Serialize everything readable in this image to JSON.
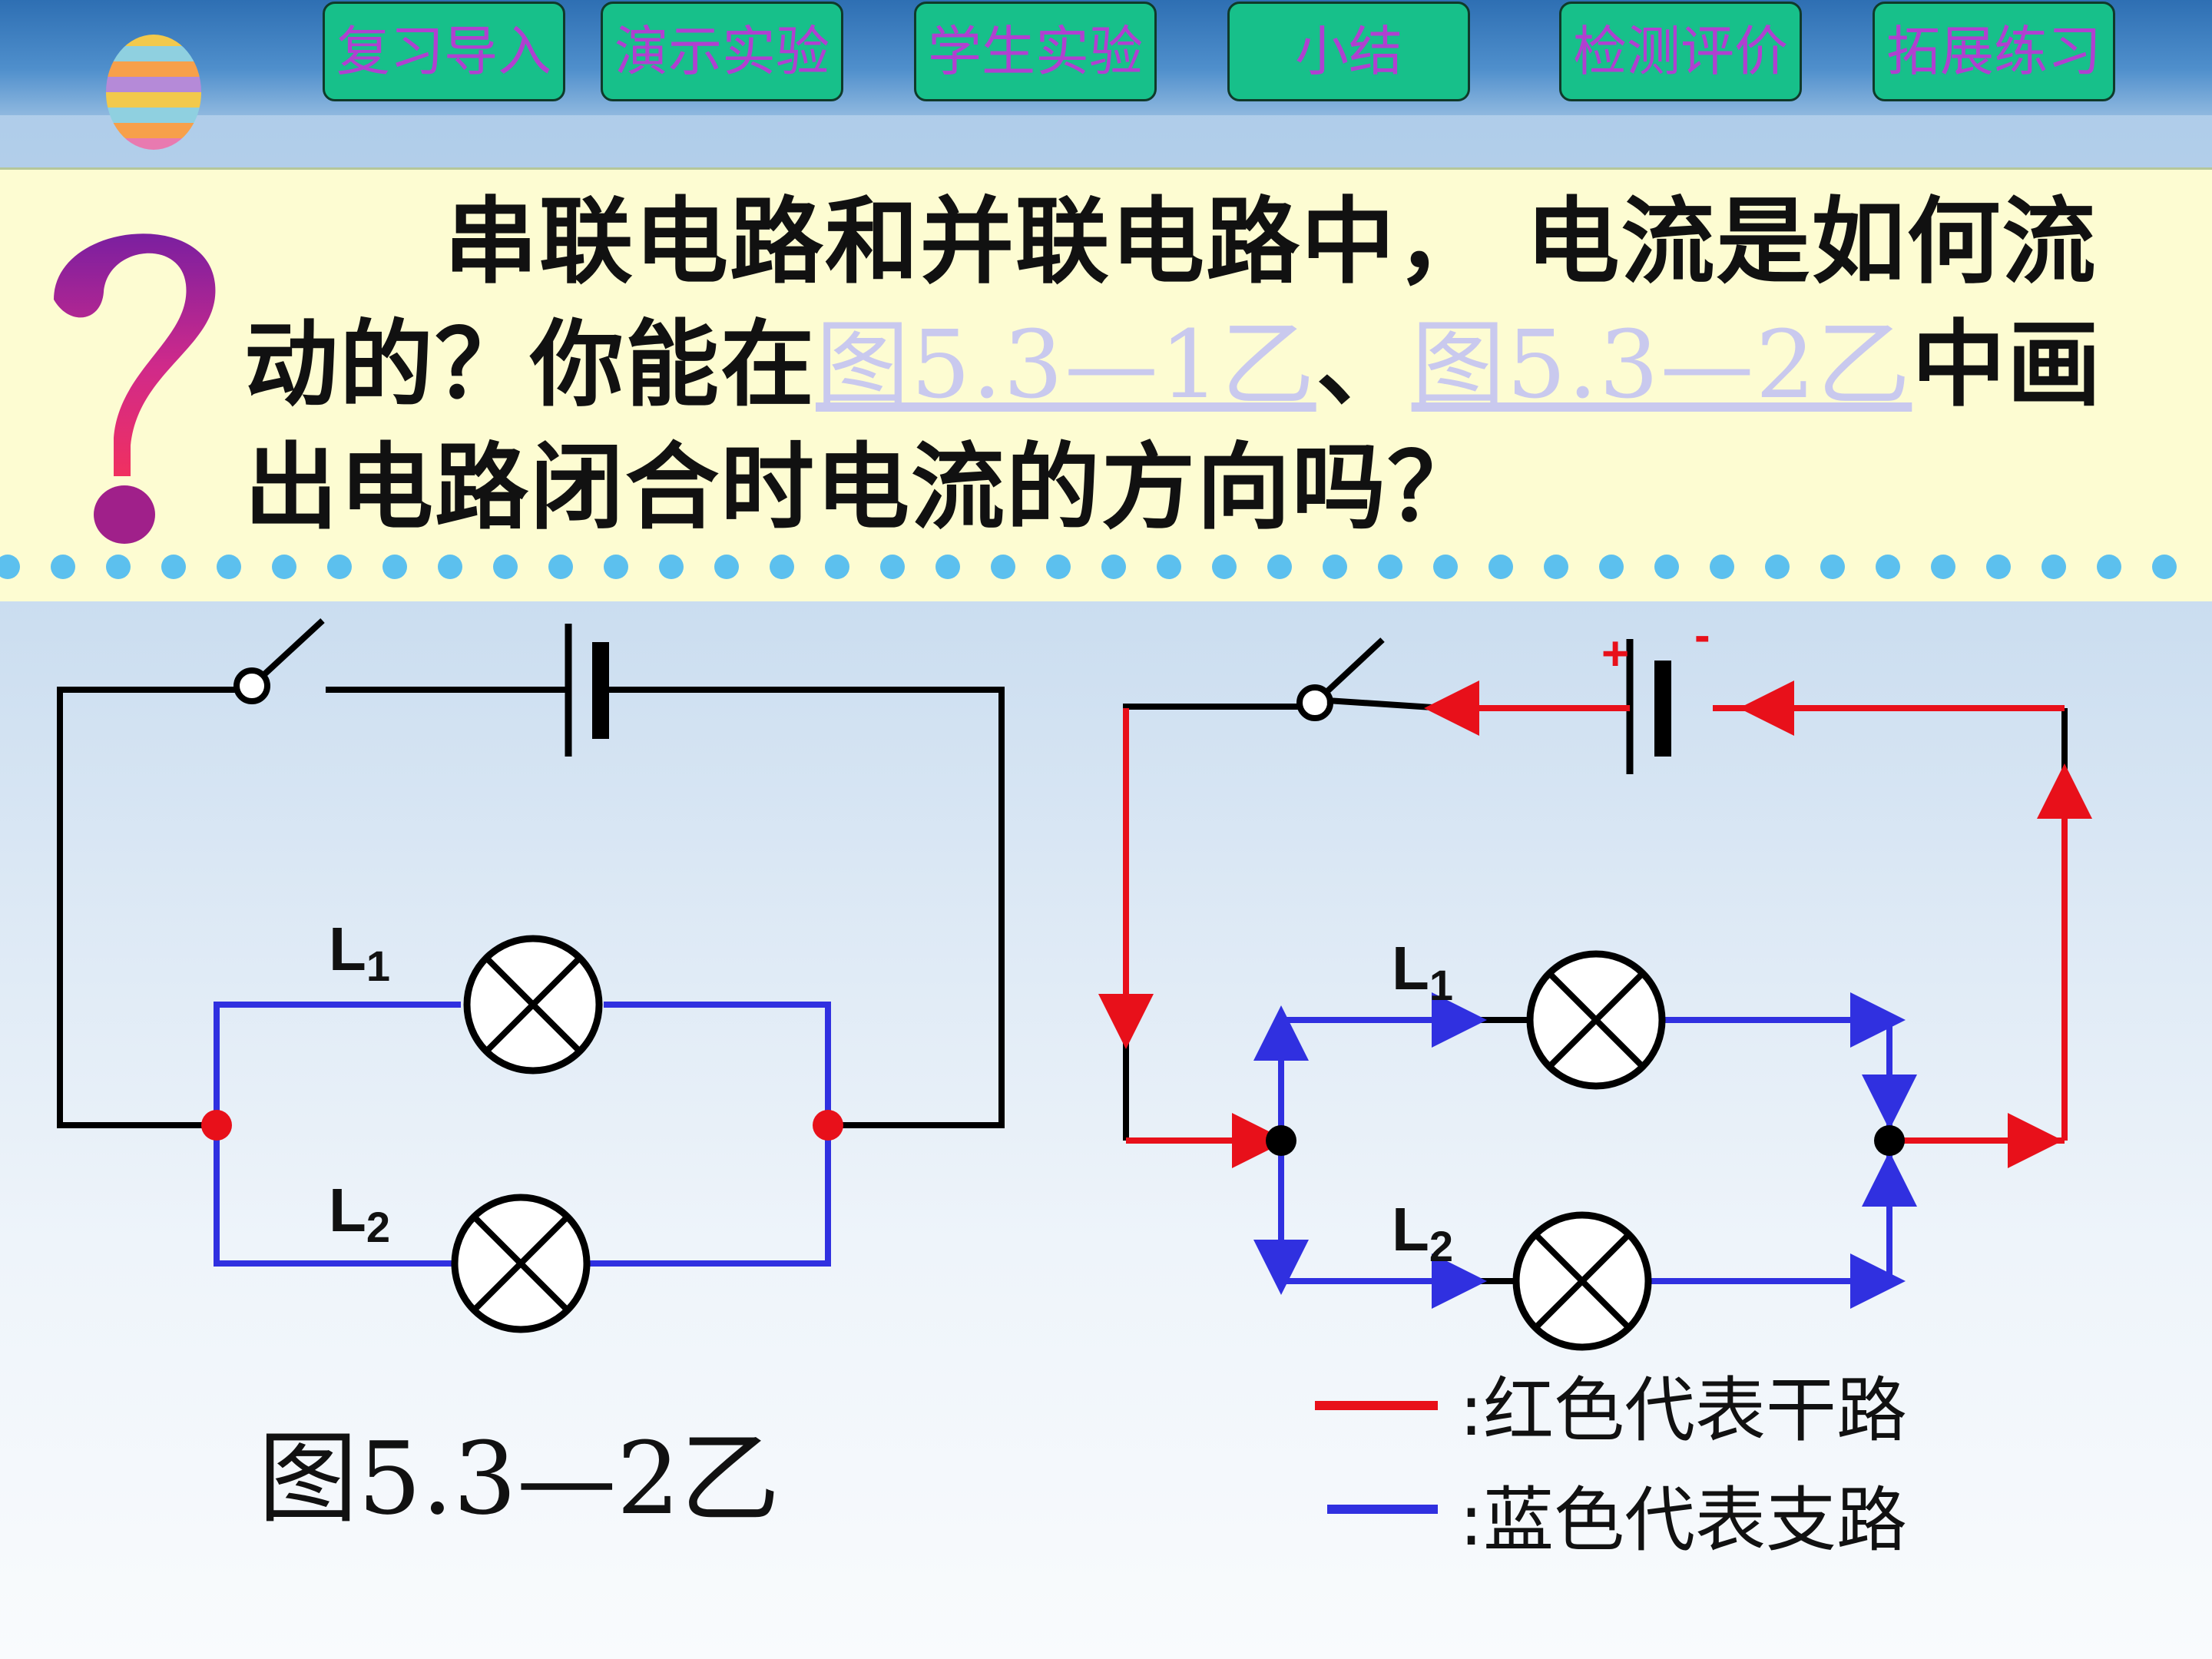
{
  "nav": {
    "items": [
      {
        "label": "复习导入"
      },
      {
        "label": "演示实验"
      },
      {
        "label": "学生实验"
      },
      {
        "label": "小结"
      },
      {
        "label": "检测评价"
      },
      {
        "label": "拓展练习"
      }
    ]
  },
  "question": {
    "part1": "串联电路和并联电路中， 电流是如何流动的？你能在",
    "link1": "图5.3—1乙",
    "sep": "、",
    "link2": "图5.3—2乙",
    "part2": "中画出电路闭合时电流的方向吗？"
  },
  "circuit_left": {
    "lamp1_label": "L",
    "lamp1_sub": "1",
    "lamp2_label": "L",
    "lamp2_sub": "2",
    "figure_label": "图5.3—2乙"
  },
  "circuit_right": {
    "plus": "+",
    "minus": "-",
    "lamp1_label": "L",
    "lamp1_sub": "1",
    "lamp2_label": "L",
    "lamp2_sub": "2"
  },
  "legend": {
    "red_text": ":红色代表干路",
    "blue_text": ":蓝色代表支路"
  },
  "colors": {
    "main_current": "#e8101a",
    "branch_current": "#3030e0",
    "nav_bg": "#17c08a",
    "nav_text": "#b040d0",
    "panel_bg": "#fdfcd2",
    "dot_color": "#5cc0ee"
  }
}
